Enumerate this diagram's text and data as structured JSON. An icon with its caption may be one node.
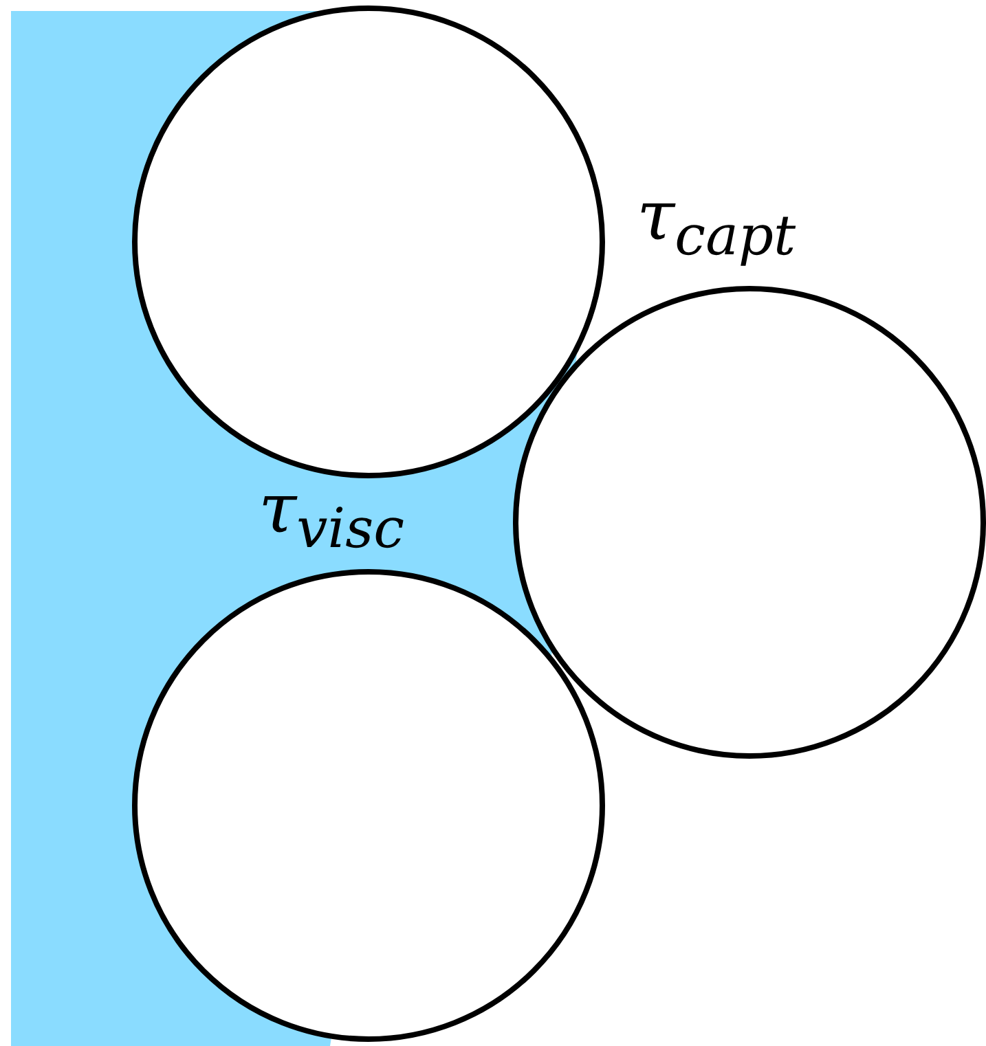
{
  "diagram": {
    "nodes": [
      {
        "text": [],
        "shape": "circle"
      },
      {
        "text": [],
        "shape": "circle"
      },
      {
        "text": [],
        "shape": "circle"
      }
    ],
    "labels": [
      "τ$_{capt}$",
      "τ$_{visc}$"
    ]
  }
}
